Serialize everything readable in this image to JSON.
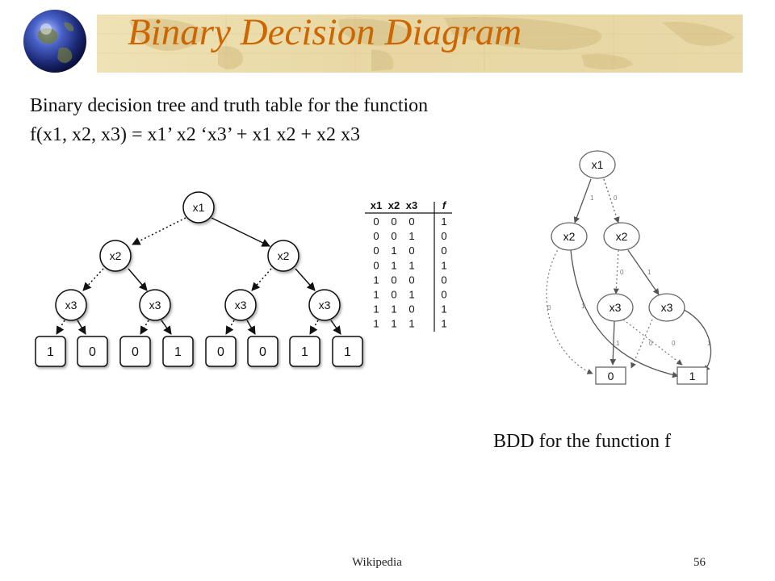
{
  "slide": {
    "title": "Binary Decision Diagram",
    "subtitle_line1": "Binary decision tree and truth table for the function",
    "subtitle_line2": "f(x1, x2, x3) = x1’ x2 ‘x3’ + x1 x2 + x2 x3",
    "bdd_caption": "BDD for the function f",
    "footer_source": "Wikipedia",
    "slide_number": "56"
  },
  "colors": {
    "title": "#cc6600",
    "banner": "#e8d7a3"
  },
  "decision_tree": {
    "root": "x1",
    "level2": [
      "x2",
      "x2"
    ],
    "level3": [
      "x3",
      "x3",
      "x3",
      "x3"
    ],
    "leaves": [
      "1",
      "0",
      "0",
      "1",
      "0",
      "0",
      "1",
      "1"
    ]
  },
  "truth_table": {
    "headers": [
      "x1",
      "x2",
      "x3",
      "f"
    ],
    "rows": [
      [
        "0",
        "0",
        "0",
        "1"
      ],
      [
        "0",
        "0",
        "1",
        "0"
      ],
      [
        "0",
        "1",
        "0",
        "0"
      ],
      [
        "0",
        "1",
        "1",
        "1"
      ],
      [
        "1",
        "0",
        "0",
        "0"
      ],
      [
        "1",
        "0",
        "1",
        "0"
      ],
      [
        "1",
        "1",
        "0",
        "1"
      ],
      [
        "1",
        "1",
        "1",
        "1"
      ]
    ]
  },
  "bdd": {
    "nodes": {
      "x1": "x1",
      "x2_left": "x2",
      "x2_right": "x2",
      "x3_left": "x3",
      "x3_right": "x3",
      "terminal_0": "0",
      "terminal_1": "1"
    },
    "edge_labels": {
      "x1_to_x2_left": "1",
      "x1_to_x2_right": "0",
      "x2_left_to_0": "0",
      "x2_left_to_1": "1",
      "x2_right_to_x3_left": "0",
      "x2_right_to_x3_right": "1",
      "x3_left_to_0": "1",
      "x3_left_to_1": "0",
      "x3_right_to_0": "0",
      "x3_right_to_1": "1"
    }
  }
}
